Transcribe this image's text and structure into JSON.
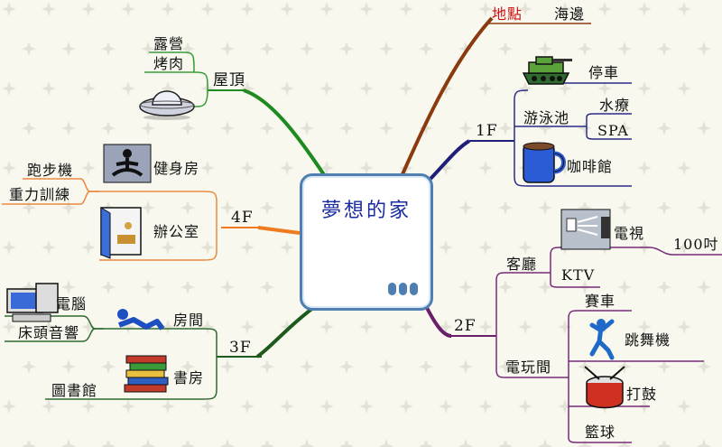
{
  "center": {
    "title": "夢想的家",
    "icon": "taj-mahal-icon"
  },
  "branches": {
    "location": {
      "label": "地點",
      "child": "海邊"
    },
    "roof": {
      "label": "屋頂",
      "children": [
        "露營",
        "烤肉"
      ],
      "icon": "ufo-icon"
    },
    "floor1": {
      "label": "1F",
      "parking": "停車",
      "pool": {
        "label": "游泳池",
        "children": [
          "水療",
          "SPA"
        ]
      },
      "cafe": "咖啡館"
    },
    "floor4": {
      "label": "4F",
      "gym": {
        "label": "健身房",
        "children": [
          "跑步機",
          "重力訓練"
        ]
      },
      "office": "辦公室"
    },
    "floor2": {
      "label": "2F",
      "living": {
        "label": "客廳",
        "tv": "電視",
        "tv_size": "100吋",
        "ktv": "KTV"
      },
      "arcade": {
        "label": "電玩間",
        "children": [
          "賽車",
          "跳舞機",
          "打鼓",
          "籃球"
        ]
      }
    },
    "floor3": {
      "label": "3F",
      "room": {
        "label": "房間",
        "children": [
          "電腦",
          "床頭音響"
        ]
      },
      "study": {
        "label": "書房",
        "child": "圖書館"
      }
    }
  },
  "colors": {
    "roof": "#1f8a1f",
    "location": "#8b3a10",
    "floor1": "#1f1f7a",
    "floor4": "#f07a20",
    "floor2": "#6a1f6a",
    "floor3": "#1e5a1e",
    "sub1": "#2a2a8a",
    "sub4": "#e88a40",
    "sub2": "#7a2a7a",
    "sub3": "#2e6a2e",
    "sub_roof": "#3a9a3a"
  }
}
